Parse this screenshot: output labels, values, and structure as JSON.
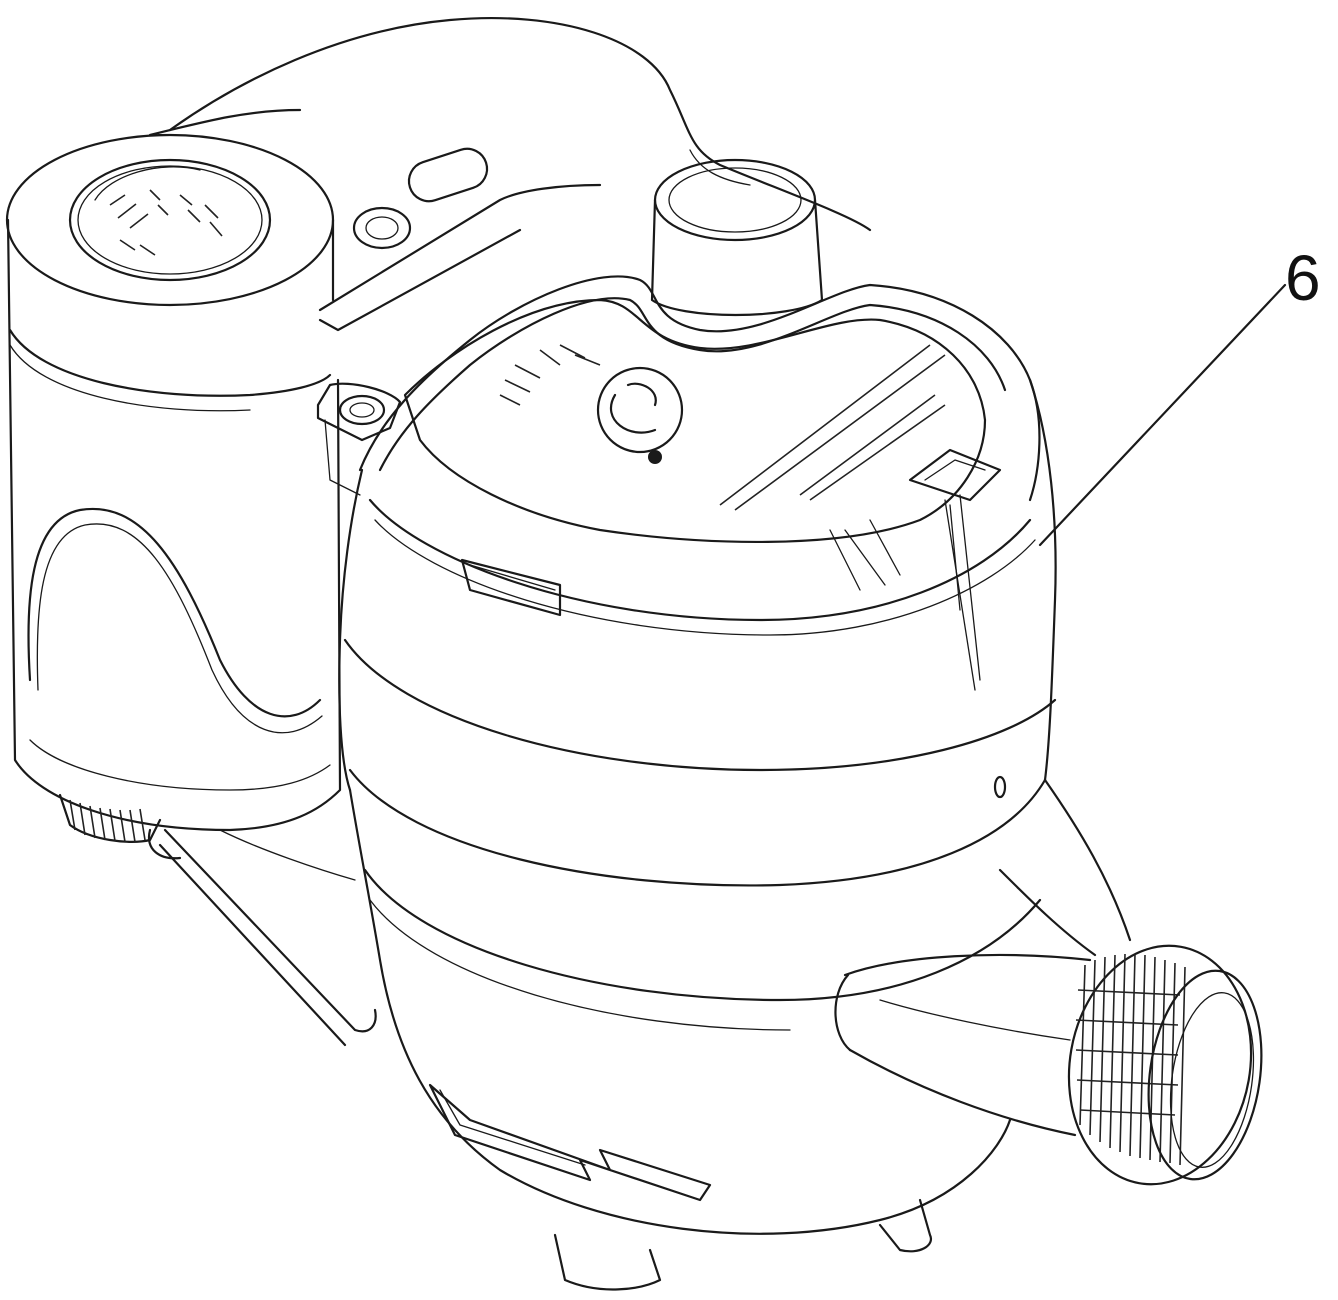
{
  "diagram": {
    "subject": "water meter",
    "callouts": [
      {
        "label": "6",
        "part": "body-housing"
      }
    ]
  },
  "colors": {
    "line": "#1a1a1a",
    "background": "#ffffff"
  }
}
